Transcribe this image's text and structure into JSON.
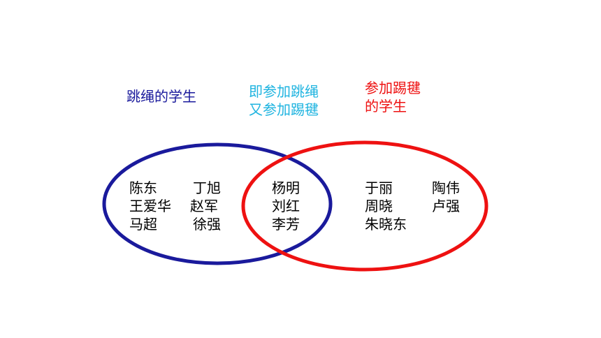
{
  "colors": {
    "left_set": "#1a1a9c",
    "intersection_label": "#1fb4e0",
    "right_set": "#ee1111",
    "text": "#000000"
  },
  "labels": {
    "left": "跳绳的学生",
    "middle_line1": "即参加跳绳",
    "middle_line2": "又参加踢毽",
    "right_line1": "参加踢毽",
    "right_line2": "的学生"
  },
  "left_only": [
    "陈东",
    "丁旭",
    "王爱华",
    "赵军",
    "马超",
    "徐强"
  ],
  "both": [
    "杨明",
    "刘红",
    "李芳"
  ],
  "right_only": [
    "于丽",
    "陶伟",
    "周晓",
    "卢强",
    "朱晓东"
  ]
}
